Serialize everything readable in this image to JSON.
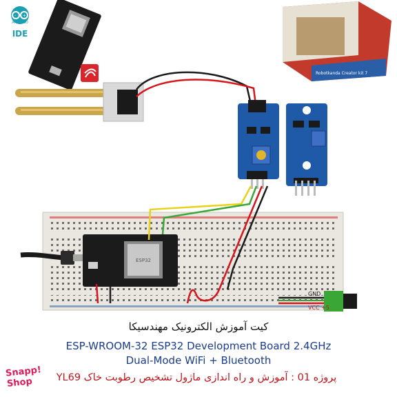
{
  "logo_ide": {
    "small_text": "ARDUINO",
    "text": "IDE"
  },
  "esp_chip_label": "ESP32",
  "product_box": {
    "title": "Robotkanda Creator kit 7"
  },
  "breadboard_labels": {
    "gnd": "GND",
    "vcc": "VCC +5"
  },
  "captions": {
    "persian_title": "کیت آموزش الکترونیک مهندسیکا",
    "english_line1": "ESP-WROOM-32 ESP32  Development Board 2.4GHz",
    "english_line2": "Dual-Mode WiFi + Bluetooth",
    "project_line": "پروژه 01 : آموزش و راه اندازی ماژول تشخیص رطوبت خاک YL69"
  },
  "brand_logo": {
    "line1": "Snapp!",
    "line2": "Shop"
  },
  "colors": {
    "wire_yellow": "#e8d21a",
    "wire_green": "#3aa635",
    "wire_red": "#d6141c",
    "wire_black": "#1a1a1a",
    "module_blue": "#1f5aa8",
    "breadboard": "#e9e7df",
    "probe_gold": "#c9a64a"
  }
}
